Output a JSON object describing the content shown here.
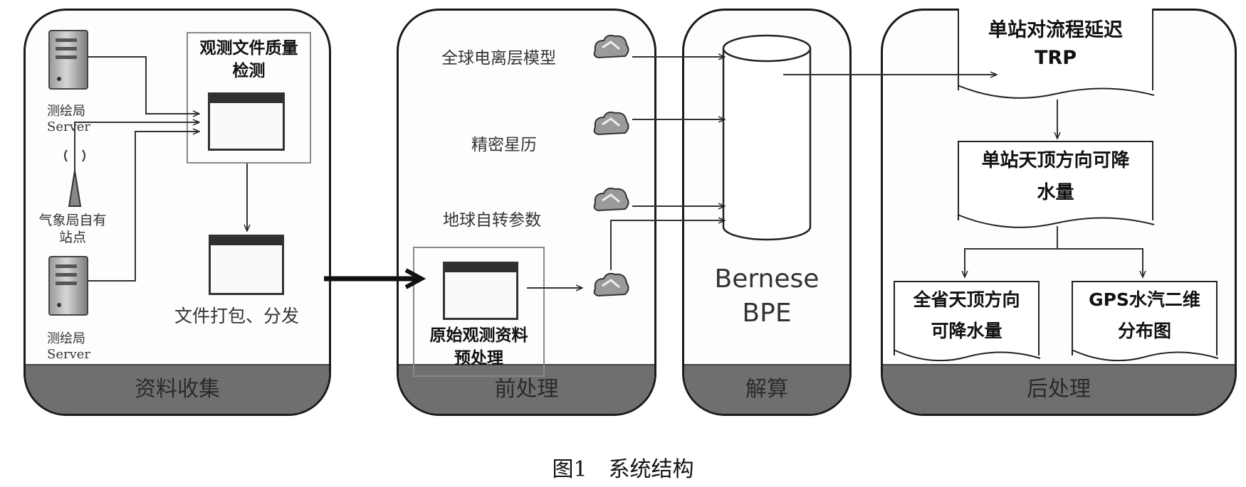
{
  "panels": {
    "collect": {
      "footer": "资料收集",
      "quality_check": "观测文件质量检测",
      "server1_name": "测绘局",
      "server1_sub": "Server",
      "weather_station": "气象局自有站点",
      "server2_name": "测绘局",
      "server2_sub": "Server",
      "pack_distribute": "文件打包、分发"
    },
    "preprocess": {
      "footer": "前处理",
      "ion_model": "全球电离层模型",
      "precise_ephemeris": "精密星历",
      "earth_rotation": "地球自转参数",
      "raw_preprocess": "原始观测资料预处理"
    },
    "solve": {
      "footer": "解算",
      "engine_line1": "Bernese",
      "engine_line2": "BPE"
    },
    "post": {
      "footer": "后处理",
      "trp_line1": "单站对流程延迟",
      "trp_line2": "TRP",
      "pwv_line1": "单站天顶方向可降",
      "pwv_line2": "水量",
      "province_line1": "全省天顶方向",
      "province_line2": "可降水量",
      "gps_line1": "GPS水汽二维",
      "gps_line2": "分布图"
    }
  },
  "caption": "图1　系统结构",
  "icons": [
    "server-icon",
    "antenna-icon",
    "window-icon",
    "cloud-icon",
    "cylinder-icon",
    "document-icon"
  ]
}
